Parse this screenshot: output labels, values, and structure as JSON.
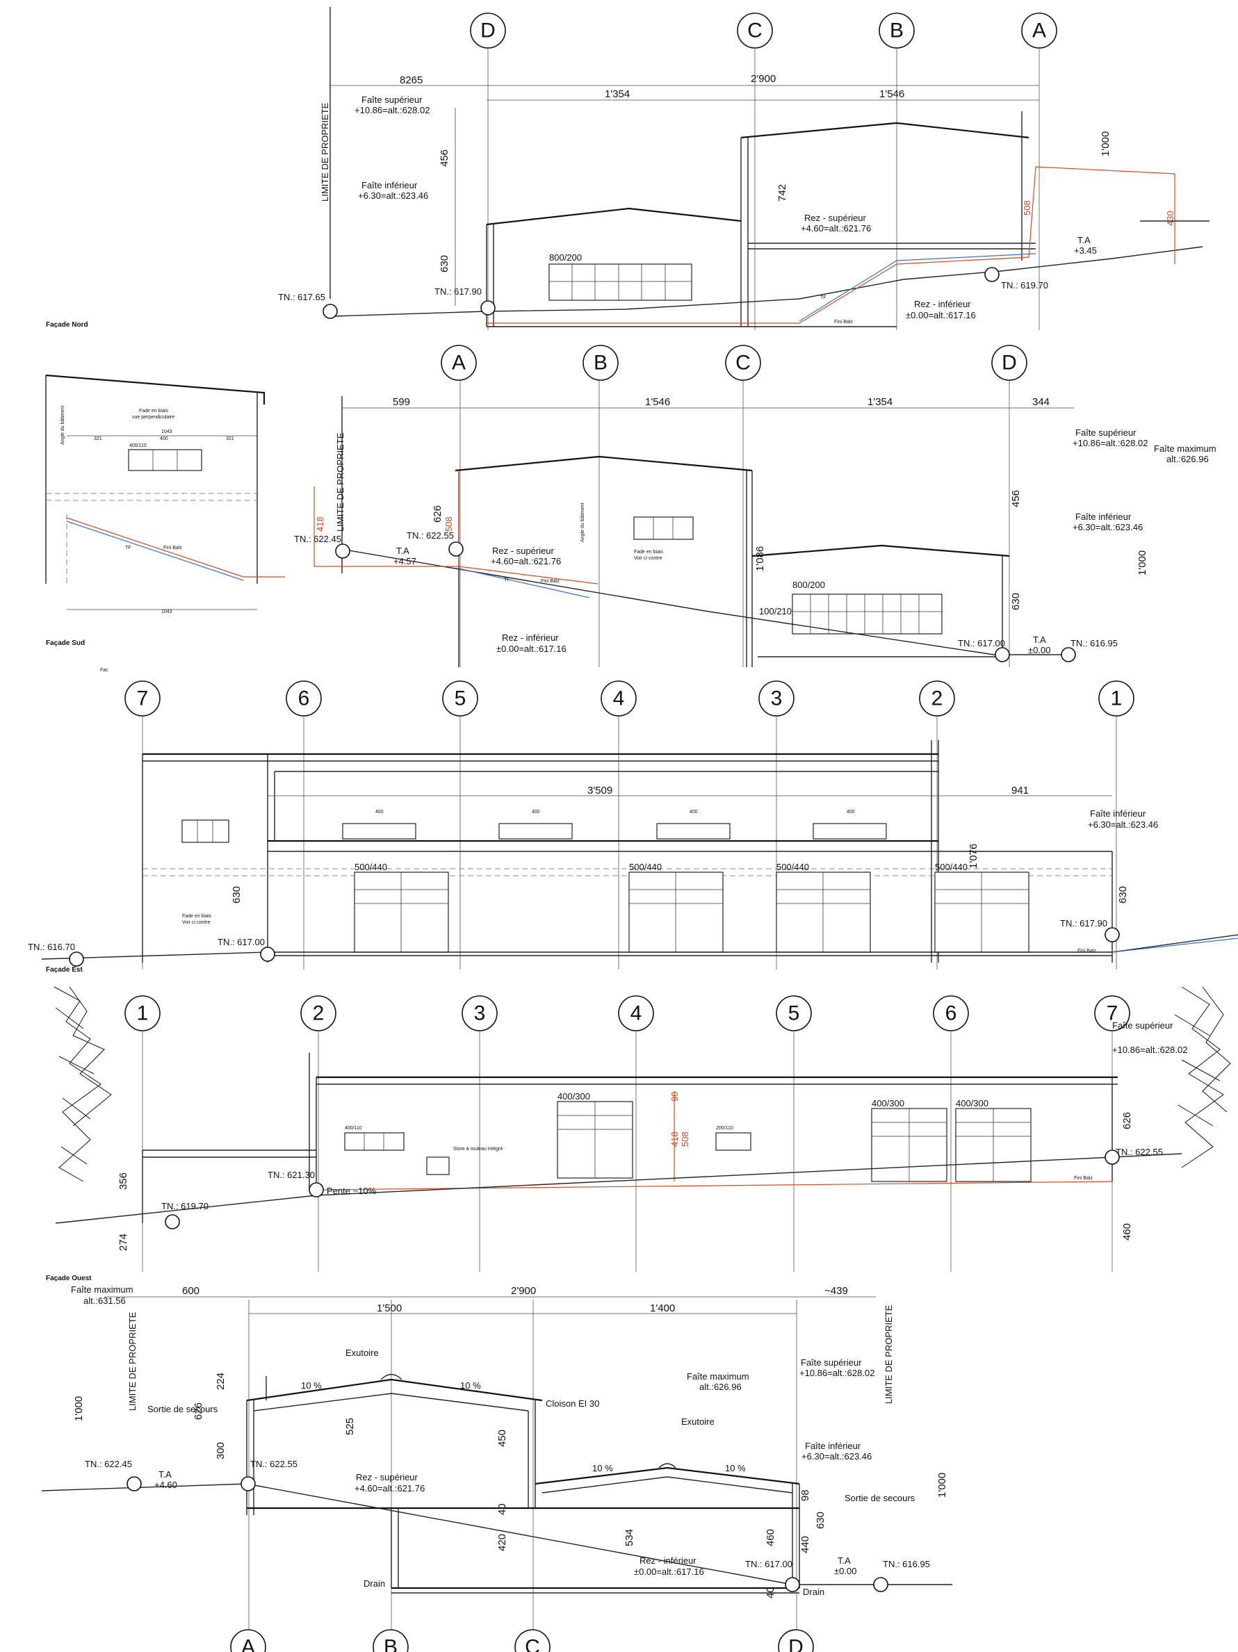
{
  "sheet": {
    "facades": {
      "nord": {
        "title": "Façade Nord",
        "axes": [
          "D",
          "C",
          "B",
          "A"
        ],
        "dims": {
          "d1": "8265",
          "d2": "2'900",
          "d3": "1'354",
          "d4": "1'546",
          "v1": "456",
          "v2": "630",
          "v3": "742",
          "v4": "1'000",
          "r1": "508",
          "r2": "430"
        },
        "levels": {
          "faite_sup": "Faîte supérieur",
          "faite_sup_val": "+10.86=alt.:628.02",
          "faite_inf": "Faîte inférieur",
          "faite_inf_val": "+6.30=alt.:623.46",
          "rez_sup": "Rez - supérieur",
          "rez_sup_val": "+4.60=alt.:621.76",
          "rez_inf": "Rez - inférieur",
          "rez_inf_val": "±0.00=alt.:617.16",
          "ta": "T.A",
          "ta_val": "+3.45",
          "tn1": "TN.: 617.65",
          "tn2": "TN.: 617.90",
          "tn3": "TN.: 619.70"
        },
        "limite": "LIMITE DE PROPRIETE",
        "opening": "800/200",
        "fini": "Fini Balz",
        "tf": "TF"
      },
      "sud": {
        "title": "Façade Sud",
        "axes": [
          "A",
          "B",
          "C",
          "D"
        ],
        "dims": {
          "d1": "599",
          "d2": "1'546",
          "d3": "1'354",
          "d4": "344",
          "v1": "626",
          "v2": "456",
          "v3": "1'086",
          "v4": "1'000",
          "v5": "630",
          "r1": "418",
          "r2": "508"
        },
        "levels": {
          "faite_sup": "Faîte supérieur",
          "faite_sup_val": "+10.86=alt.:628.02",
          "faite_max": "Faîte maximum",
          "faite_max_val": "alt.:626.96",
          "faite_inf": "Faîte inférieur",
          "faite_inf_val": "+6.30=alt.:623.46",
          "rez_sup": "Rez - supérieur",
          "rez_sup_val": "+4.60=alt.:621.76",
          "rez_inf": "Rez - inférieur",
          "rez_inf_val": "±0.00=alt.:617.16",
          "ta": "T.A",
          "ta_val": "+4.57",
          "ta2": "T.A",
          "ta2_val": "±0.00",
          "tn1": "TN.: 622.45",
          "tn2": "TN.: 622.55",
          "tn3": "TN.: 617.00",
          "tn4": "TN.: 616.95"
        },
        "limite": "LIMITE DE PROPRIETE",
        "opening1": "800/200",
        "opening2": "100/210",
        "note1": "Fade en biais",
        "note2": "Voir ci contre",
        "inset_note1": "Fade en biais",
        "inset_note2": "vue perpendiculaire",
        "inset_dims": [
          "1043",
          "321",
          "400",
          "321",
          "400/110",
          "1043"
        ],
        "angle": "Angle du bâtiment",
        "fini": "Fini Balz",
        "tf": "TF"
      },
      "est": {
        "title": "Façade Est",
        "axes": [
          "7",
          "6",
          "5",
          "4",
          "3",
          "2",
          "1"
        ],
        "dims": {
          "d1": "3'509",
          "d2": "941",
          "v1": "630",
          "v2": "1'076",
          "v3": "630"
        },
        "levels": {
          "faite_inf": "Faîte inférieur",
          "faite_inf_val": "+6.30=alt.:623.46",
          "tn1": "TN.: 616.70",
          "tn2": "TN.: 617.00",
          "tn3": "TN.: 617.90"
        },
        "openings": [
          "500/440",
          "500/440",
          "500/440",
          "500/440"
        ],
        "small_dim": "400",
        "note1": "Fade en biais",
        "note2": "Voir ci contre",
        "fini": "Fini Balz"
      },
      "ouest": {
        "title": "Façade Ouest",
        "axes": [
          "1",
          "2",
          "3",
          "4",
          "5",
          "6",
          "7"
        ],
        "dims": {
          "v1": "356",
          "v2": "274",
          "v3": "626",
          "v4": "460",
          "r1": "90",
          "r2": "418",
          "r3": "508"
        },
        "levels": {
          "faite_sup": "Faîte supérieur",
          "faite_sup_val": "+10.86=alt.:628.02",
          "tn1": "TN.: 621.30",
          "tn2": "TN.: 619.70",
          "tn3": "TN.: 622.55"
        },
        "pente": "Pente ~10%",
        "openings": [
          "400/300",
          "400/300",
          "400/300",
          "400/110",
          "200/110"
        ],
        "store": "Store à rouleau intégré",
        "fini": "Fini Balz"
      }
    },
    "coupe": {
      "axes": [
        "A",
        "B",
        "C",
        "D"
      ],
      "dims": {
        "d1": "600",
        "d2": "2'900",
        "d3": "~439",
        "d4": "1'500",
        "d5": "1'400",
        "v1": "1'000",
        "v2": "626",
        "v3": "224",
        "v4": "300",
        "v5": "525",
        "v6": "450",
        "v7": "40",
        "v8": "420",
        "v9": "534",
        "v10": "460",
        "v11": "440",
        "v12": "630",
        "v13": "98",
        "v14": "1'000",
        "v15": "40"
      },
      "labels": {
        "faite_max": "Faîte maximum",
        "faite_max_val": "alt.:631.56",
        "faite_max2": "Faîte maximum",
        "faite_max2_val": "alt.:626.96",
        "faite_sup": "Faîte supérieur",
        "faite_sup_val": "+10.86=alt.:628.02",
        "faite_inf": "Faîte inférieur",
        "faite_inf_val": "+6.30=alt.:623.46",
        "rez_sup": "Rez - supérieur",
        "rez_sup_val": "+4.60=alt.:621.76",
        "rez_inf": "Rez - inférieur",
        "rez_inf_val": "±0.00=alt.:617.16",
        "ta1": "T.A",
        "ta1_val": "+4.60",
        "ta2": "T.A",
        "ta2_val": "±0.00",
        "tn1": "TN.: 622.45",
        "tn2": "TN.: 622.55",
        "tn3": "TN.: 617.00",
        "tn4": "TN.: 616.95",
        "exutoire1": "Exutoire",
        "exutoire2": "Exutoire",
        "sortie1": "Sortie de secours",
        "sortie2": "Sortie de secours",
        "cloison": "Cloison EI 30",
        "pct1": "10 %",
        "pct2": "10 %",
        "pct3": "10 %",
        "pct4": "10 %",
        "drain1": "Drain",
        "drain2": "Drain",
        "limite1": "LIMITE DE PROPRIETE",
        "limite2": "LIMITE DE PROPRIETE"
      }
    },
    "fac_partial": "Fac"
  }
}
